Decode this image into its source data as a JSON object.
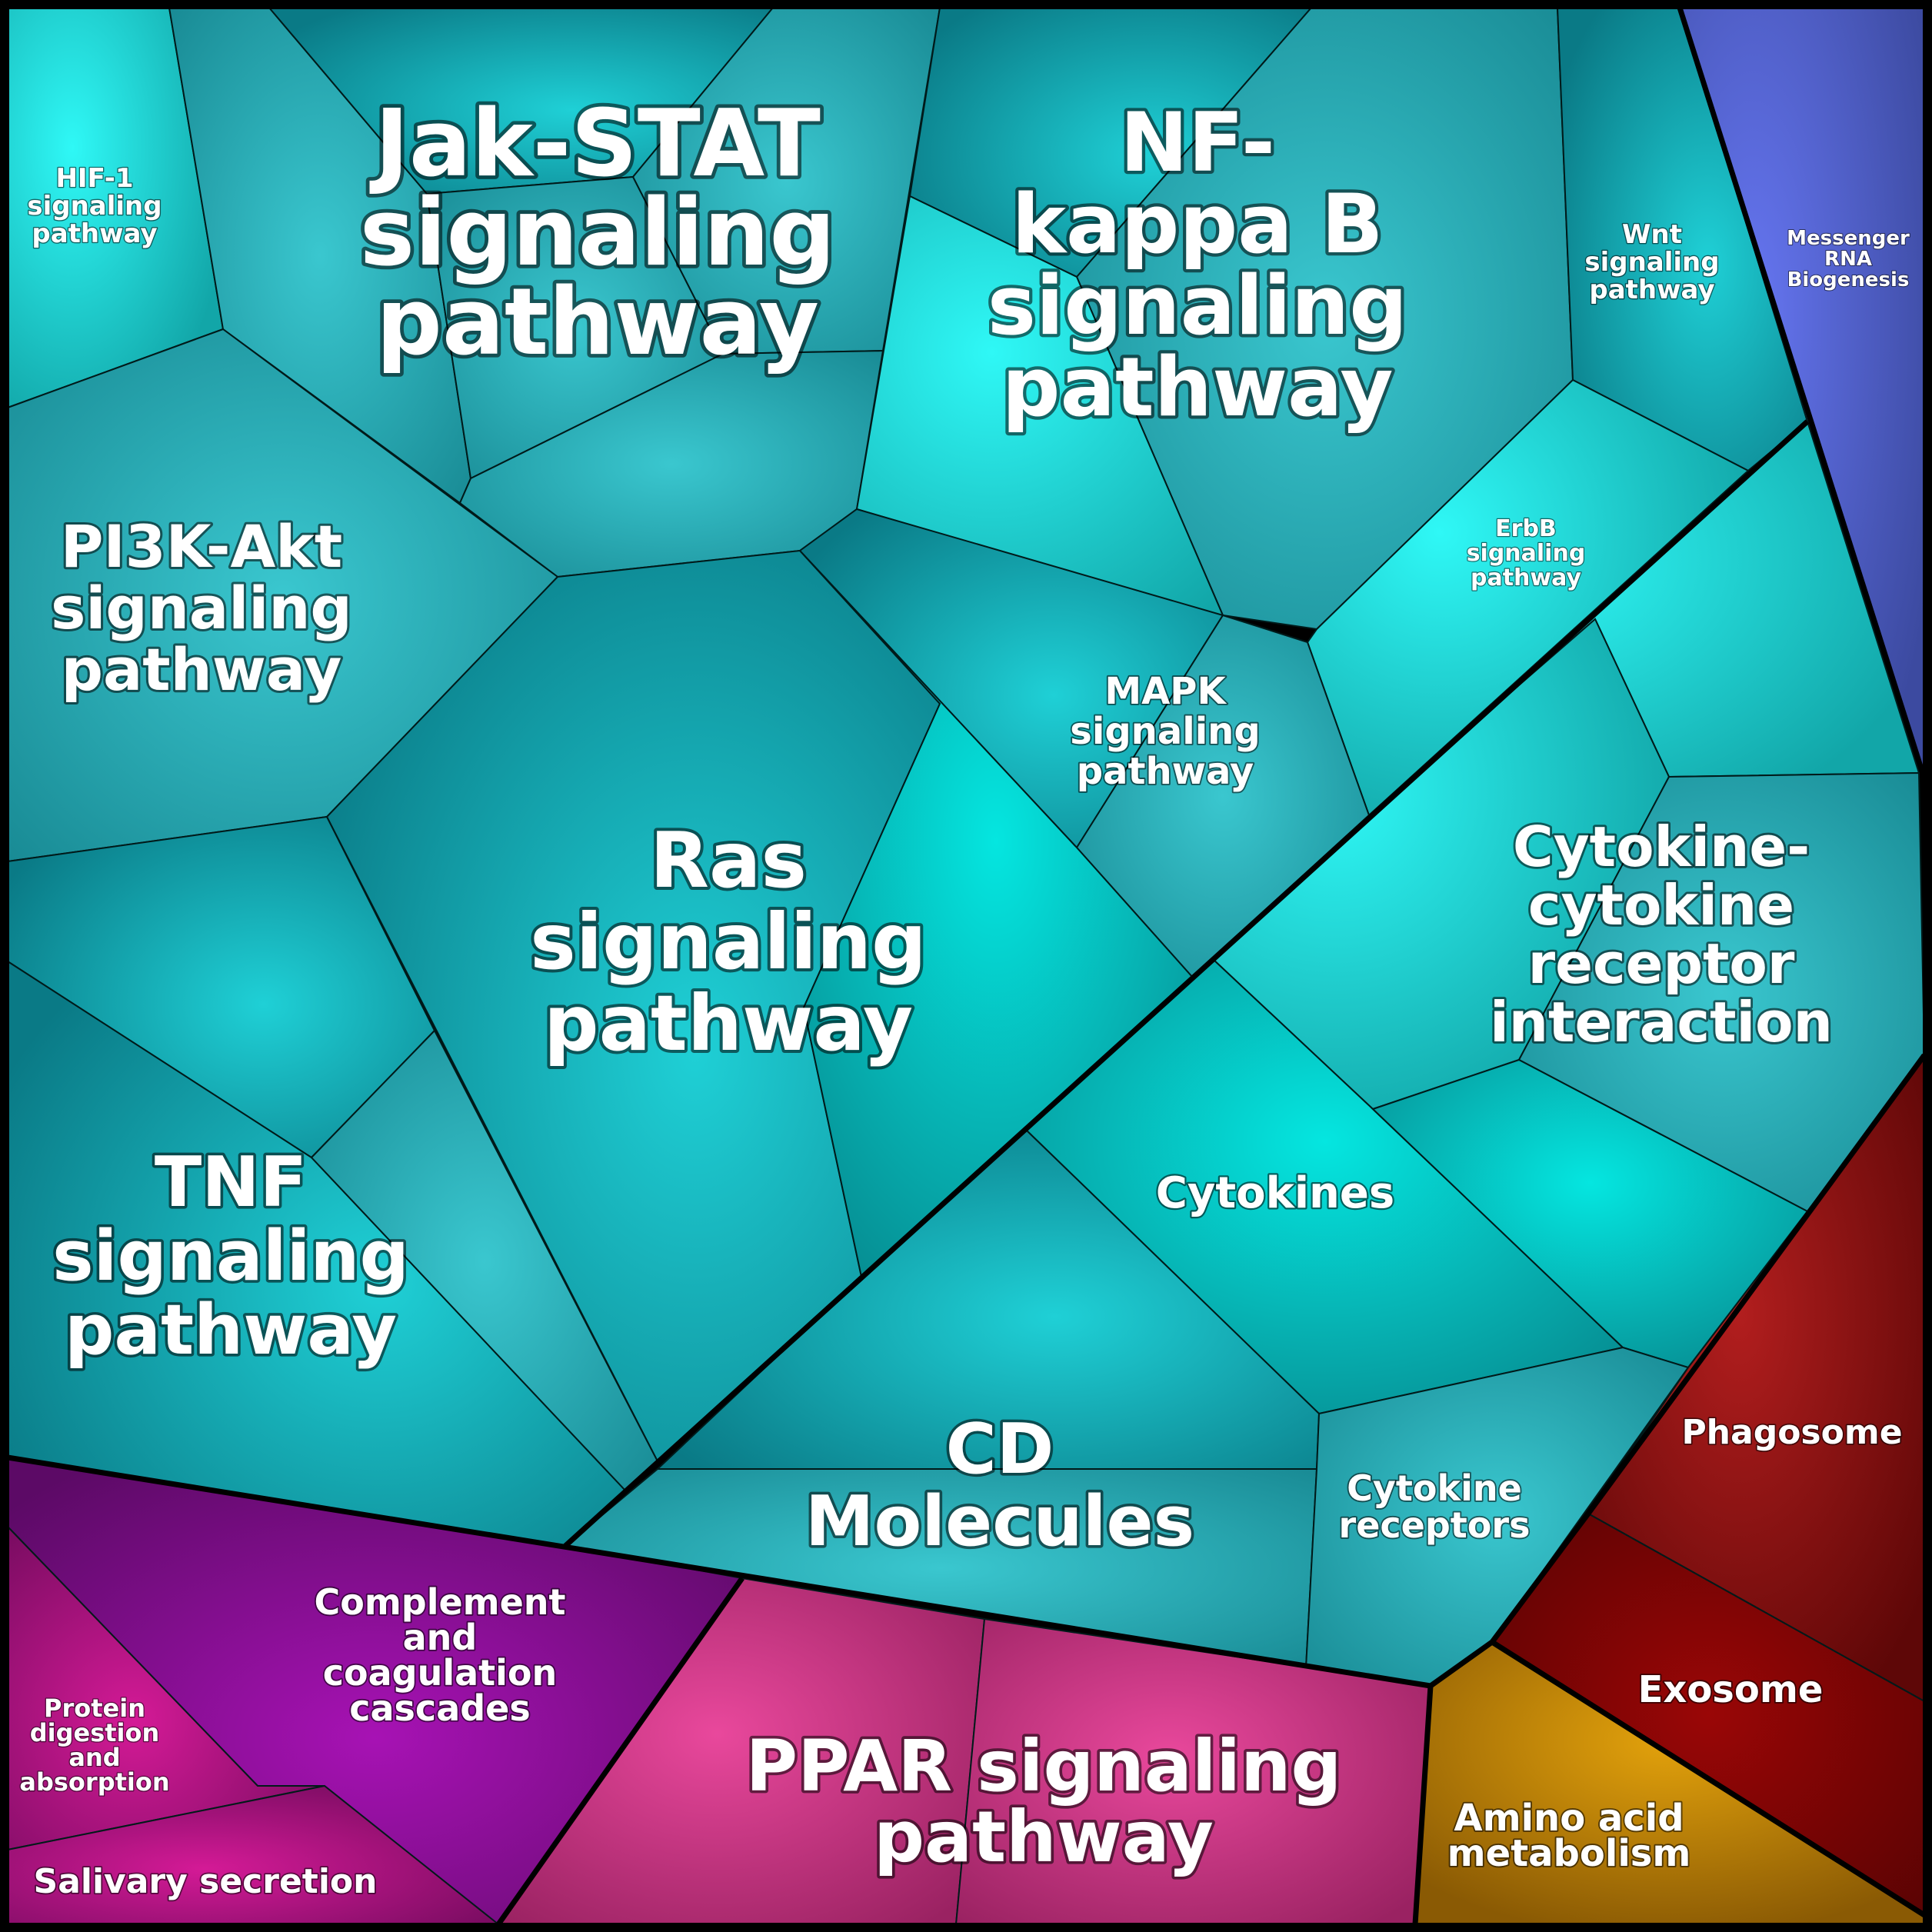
{
  "colors": {
    "teal": "#0f8f96",
    "cyan": "#25f2f2",
    "blue": "#4a55b5",
    "purple": "#85127f",
    "magenta": "#b8266e",
    "gold": "#c98a10",
    "red": "#8a1010",
    "outline": "#000000"
  },
  "labels": {
    "hif1": [
      "HIF-1",
      "signaling",
      "pathway"
    ],
    "jakstat": [
      "Jak-STAT",
      "signaling",
      "pathway"
    ],
    "nfkb": [
      "NF-",
      "kappa B",
      "signaling",
      "pathway"
    ],
    "wnt": [
      "Wnt",
      "signaling",
      "pathway"
    ],
    "mrna": [
      "Messenger",
      "RNA",
      "Biogenesis"
    ],
    "pi3k": [
      "PI3K-Akt",
      "signaling",
      "pathway"
    ],
    "erbb": [
      "ErbB",
      "signaling",
      "pathway"
    ],
    "mapk": [
      "MAPK",
      "signaling",
      "pathway"
    ],
    "ras": [
      "Ras",
      "signaling",
      "pathway"
    ],
    "ccri": [
      "Cytokine-",
      "cytokine",
      "receptor",
      "interaction"
    ],
    "tnf": [
      "TNF",
      "signaling",
      "pathway"
    ],
    "cytokines": [
      "Cytokines"
    ],
    "cd": [
      "CD",
      "Molecules"
    ],
    "cytorec": [
      "Cytokine",
      "receptors"
    ],
    "phago": [
      "Phagosome"
    ],
    "complement": [
      "Complement",
      "and",
      "coagulation",
      "cascades"
    ],
    "protein": [
      "Protein",
      "digestion",
      "and",
      "absorption"
    ],
    "ppar": [
      "PPAR signaling",
      "pathway"
    ],
    "exosome": [
      "Exosome"
    ],
    "amino": [
      "Amino acid",
      "metabolism"
    ],
    "salivary": [
      "Salivary secretion"
    ]
  }
}
